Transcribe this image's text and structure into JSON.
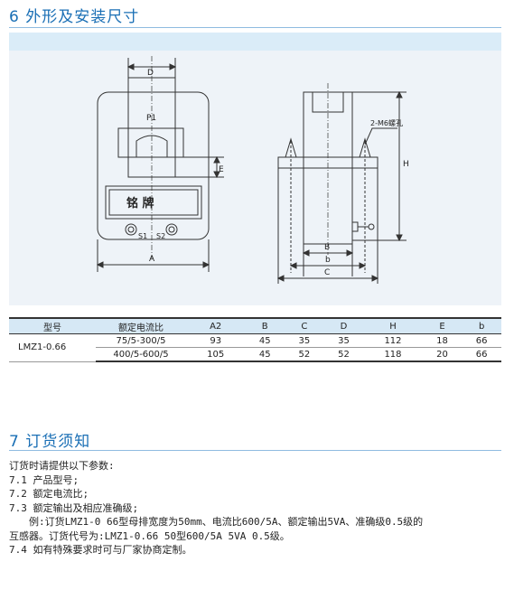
{
  "section6": {
    "title": "6 外形及安装尺寸"
  },
  "drawing": {
    "front": {
      "label_d": "D",
      "label_p1": "P1",
      "label_e": "E",
      "label_a": "A",
      "nameplate": "铭    牌",
      "terminal_s1": "S1",
      "terminal_s2": "S2"
    },
    "side": {
      "label_screw": "2-M6螺孔",
      "label_h": "H",
      "label_b": "B",
      "label_lb": "b",
      "label_c": "C"
    }
  },
  "table": {
    "headers": [
      "型号",
      "额定电流比",
      "A2",
      "B",
      "C",
      "D",
      "H",
      "E",
      "b"
    ],
    "model": "LMZ1-0.66",
    "rows": [
      [
        "75/5-300/5",
        "93",
        "45",
        "35",
        "35",
        "112",
        "18",
        "66"
      ],
      [
        "400/5-600/5",
        "105",
        "45",
        "52",
        "52",
        "118",
        "20",
        "66"
      ]
    ]
  },
  "section7": {
    "title": "7 订货须知",
    "lines": [
      "订货时请提供以下参数:",
      "7.1 产品型号;",
      "7.2 额定电流比;",
      "7.3 额定输出及相应准确级;",
      "例:订货LMZ1-0 66型母排宽度为50mm、电流比600/5A、额定输出5VA、准确级0.5级的",
      "互感器。订货代号为:LMZ1-0.66 50型600/5A 5VA 0.5级。",
      "7.4 如有特殊要求时可与厂家协商定制。"
    ]
  }
}
